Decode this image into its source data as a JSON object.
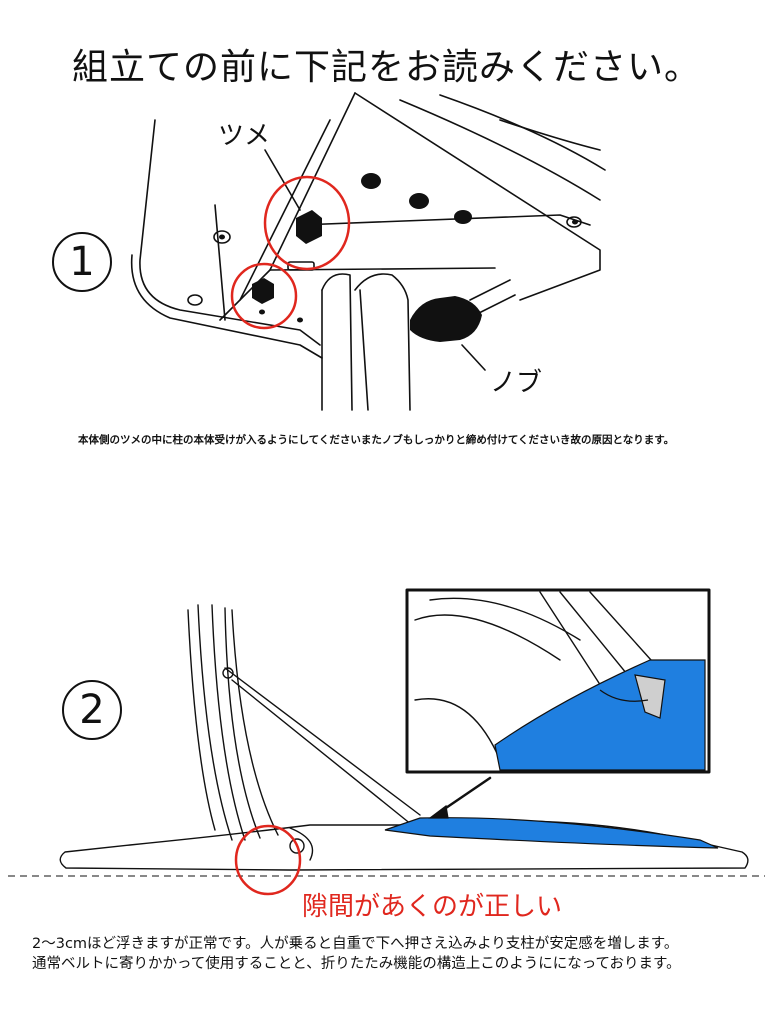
{
  "title": "組立ての前に下記をお読みください。",
  "step1": {
    "number": "1",
    "label_tsume": "ツメ",
    "label_knob": "ノブ",
    "note": "本体側のツメの中に柱の本体受けが入るようにしてくださいまたノブもしっかりと締め付けてくださいき故の原因となります。"
  },
  "step2": {
    "number": "2",
    "gap_label": "隙間があくのが正しい",
    "text_line1": "2〜3cmほど浮きますが正常です。人が乗ると自重で下へ押さえ込みより支柱が安定感を増します。",
    "text_line2": "通常ベルトに寄りかかって使用することと、折りたたみ機能の構造上このようにになっております。"
  },
  "colors": {
    "highlight_red": "#e0271e",
    "footrest_blue": "#1f7fe0",
    "line": "#111111"
  }
}
